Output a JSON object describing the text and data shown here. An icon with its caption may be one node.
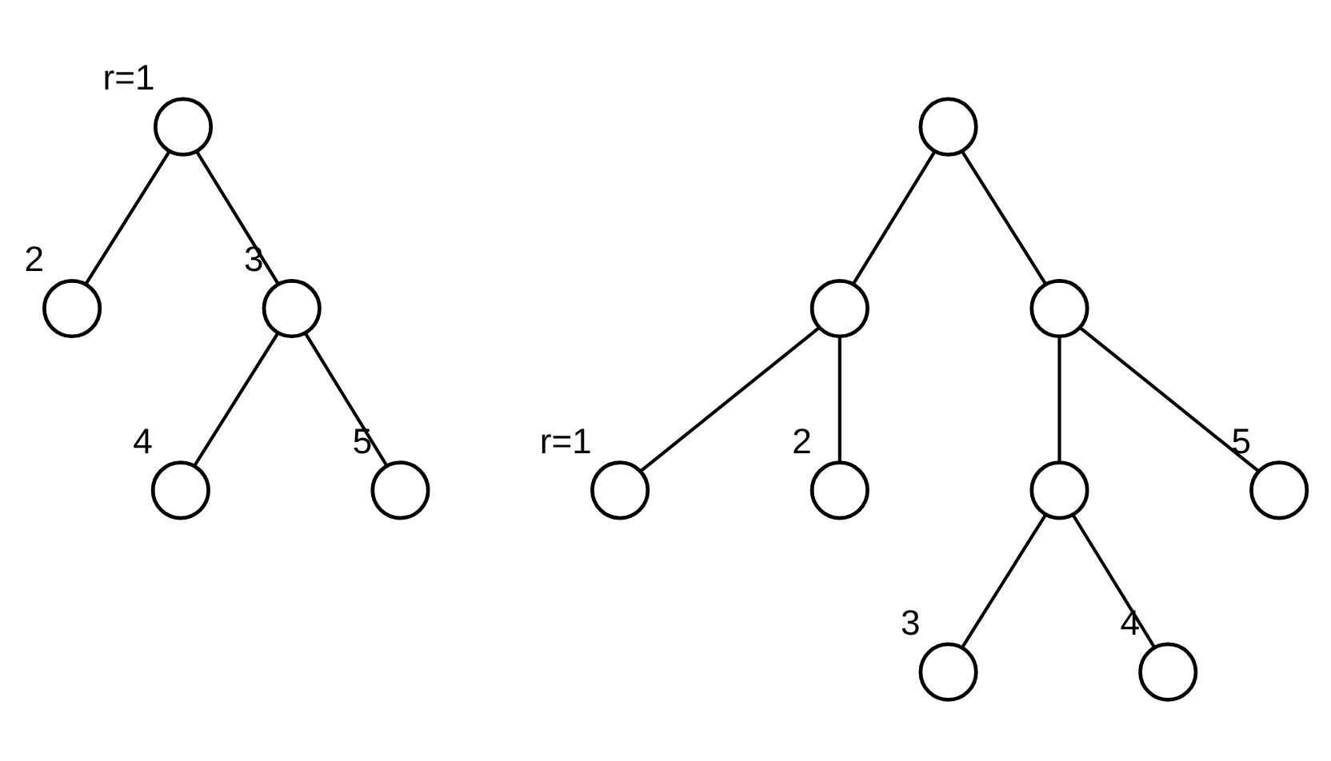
{
  "diagram": {
    "nodes": [
      {
        "text": [],
        "shape": "circle",
        "beside": [
          "r=1"
        ]
      },
      {
        "text": [],
        "shape": "circle",
        "beside": [
          "2"
        ]
      },
      {
        "text": [],
        "shape": "circle",
        "beside": [
          "3"
        ]
      },
      {
        "text": [],
        "shape": "circle",
        "beside": [
          "4"
        ]
      },
      {
        "text": [],
        "shape": "circle",
        "beside": [
          "5"
        ]
      },
      {
        "text": [],
        "shape": "circle"
      },
      {
        "text": [],
        "shape": "circle"
      },
      {
        "text": [],
        "shape": "circle"
      },
      {
        "text": [],
        "shape": "circle",
        "beside": [
          "r=1"
        ]
      },
      {
        "text": [],
        "shape": "circle",
        "beside": [
          "2"
        ]
      },
      {
        "text": [],
        "shape": "circle"
      },
      {
        "text": [],
        "shape": "circle",
        "beside": [
          "5"
        ]
      },
      {
        "text": [],
        "shape": "circle",
        "beside": [
          "3"
        ]
      },
      {
        "text": [],
        "shape": "circle",
        "beside": [
          "4"
        ]
      }
    ],
    "edges": [
      {
        "from": 0,
        "to": 1,
        "arrow": "none"
      },
      {
        "from": 0,
        "to": 2,
        "arrow": "none"
      },
      {
        "from": 2,
        "to": 3,
        "arrow": "none"
      },
      {
        "from": 2,
        "to": 4,
        "arrow": "none"
      },
      {
        "from": 5,
        "to": 6,
        "arrow": "none"
      },
      {
        "from": 5,
        "to": 7,
        "arrow": "none"
      },
      {
        "from": 6,
        "to": 8,
        "arrow": "none"
      },
      {
        "from": 6,
        "to": 9,
        "arrow": "none"
      },
      {
        "from": 7,
        "to": 10,
        "arrow": "none"
      },
      {
        "from": 7,
        "to": 11,
        "arrow": "none"
      },
      {
        "from": 10,
        "to": 12,
        "arrow": "none"
      },
      {
        "from": 10,
        "to": 13,
        "arrow": "none"
      }
    ]
  }
}
